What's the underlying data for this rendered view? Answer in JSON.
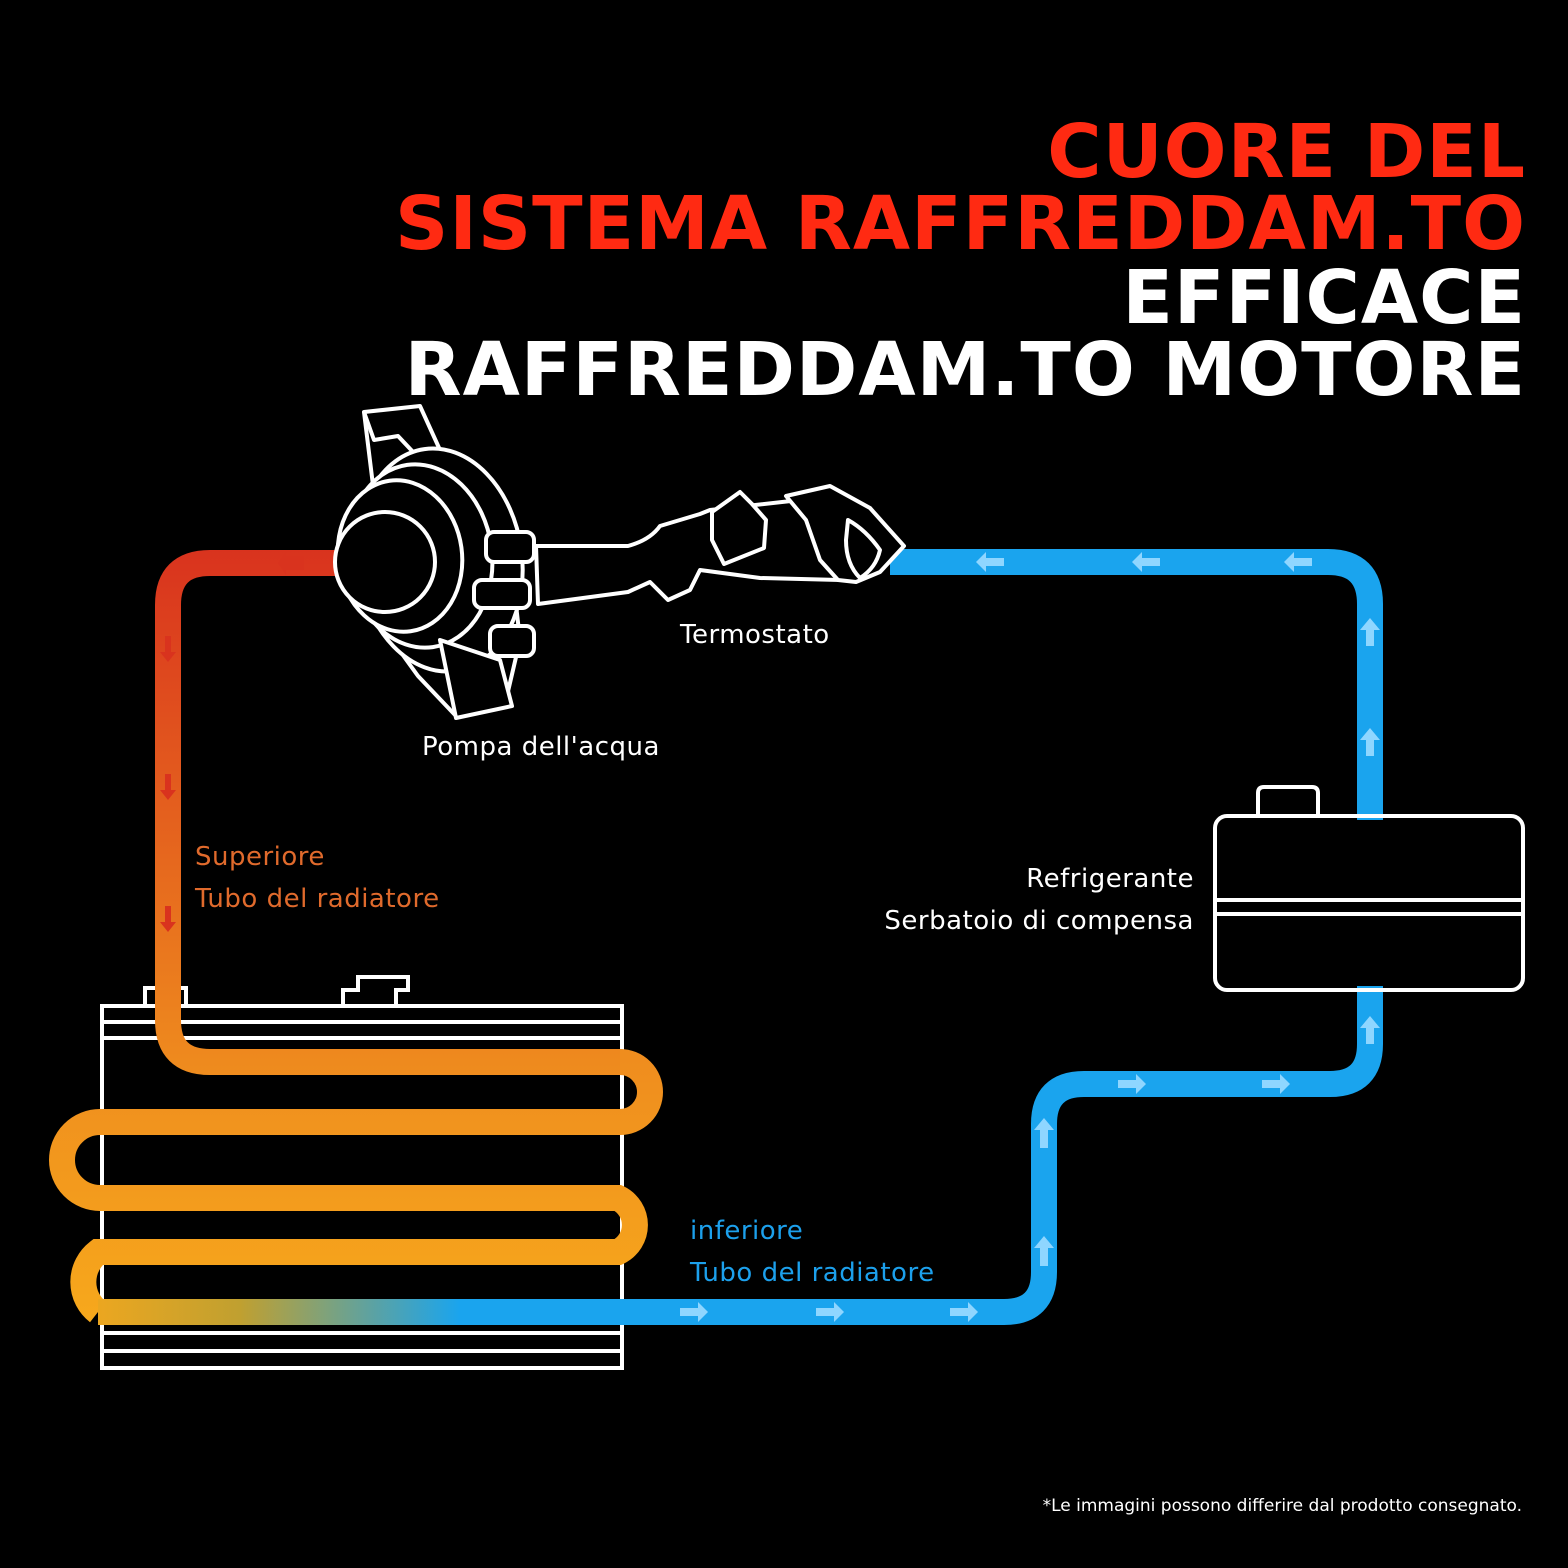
{
  "colors": {
    "background": "#000000",
    "title_red": "#ff2a12",
    "title_white": "#ffffff",
    "hot_red": "#d9331e",
    "warm_orange": "#ef8d1e",
    "cool_blue": "#1aa4ee",
    "label_orange": "#e06a2c",
    "label_blue": "#1ca0ec",
    "arrow_light_blue": "#8fd6ff"
  },
  "title": {
    "line1": "CUORE DEL",
    "line2": "SISTEMA RAFFREDDAM.TO",
    "line3": "EFFICACE",
    "line4": "RAFFREDDAM.TO MOTORE"
  },
  "labels": {
    "thermostat": "Termostato",
    "water_pump": "Pompa dell'acqua",
    "upper_hose_line1": "Superiore",
    "upper_hose_line2": "Tubo del radiatore",
    "reservoir_line1": "Refrigerante",
    "reservoir_line2": "Serbatoio di compensa",
    "lower_hose_line1": "inferiore",
    "lower_hose_line2": "Tubo del radiatore"
  },
  "icons": [
    "water-pump-icon",
    "thermostat-icon",
    "radiator-icon",
    "reservoir-icon",
    "flow-arrow-icon"
  ],
  "footnote": "*Le immagini possono differire dal prodotto consegnato."
}
